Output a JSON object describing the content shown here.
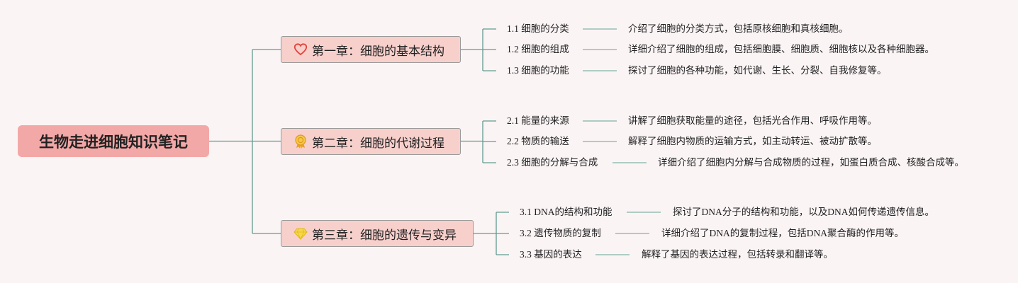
{
  "root": {
    "title": "生物走进细胞知识笔记"
  },
  "chapters": [
    {
      "title": "第一章：细胞的基本结构",
      "icon": "heart-icon",
      "sections": [
        {
          "title": "1.1 细胞的分类",
          "desc": "介绍了细胞的分类方式，包括原核细胞和真核细胞。"
        },
        {
          "title": "1.2 细胞的组成",
          "desc": "详细介绍了细胞的组成，包括细胞膜、细胞质、细胞核以及各种细胞器。"
        },
        {
          "title": "1.3 细胞的功能",
          "desc": "探讨了细胞的各种功能，如代谢、生长、分裂、自我修复等。"
        }
      ]
    },
    {
      "title": "第二章：细胞的代谢过程",
      "icon": "medal-icon",
      "sections": [
        {
          "title": "2.1 能量的来源",
          "desc": "讲解了细胞获取能量的途径，包括光合作用、呼吸作用等。"
        },
        {
          "title": "2.2 物质的输送",
          "desc": "解释了细胞内物质的运输方式，如主动转运、被动扩散等。"
        },
        {
          "title": "2.3 细胞的分解与合成",
          "desc": "详细介绍了细胞内分解与合成物质的过程，如蛋白质合成、核酸合成等。"
        }
      ]
    },
    {
      "title": "第三章：细胞的遗传与变异",
      "icon": "diamond-icon",
      "sections": [
        {
          "title": "3.1 DNA的结构和功能",
          "desc": "探讨了DNA分子的结构和功能，以及DNA如何传递遗传信息。"
        },
        {
          "title": "3.2 遗传物质的复制",
          "desc": "详细介绍了DNA的复制过程，包括DNA聚合酶的作用等。"
        },
        {
          "title": "3.3 基因的表达",
          "desc": "解释了基因的表达过程，包括转录和翻译等。"
        }
      ]
    }
  ],
  "colors": {
    "background": "#fbf4f5",
    "root_fill": "#f2a8a7",
    "chapter_fill": "#f7d0cc",
    "connector": "#5f9c8f",
    "section_line": "#7fb3a8"
  }
}
